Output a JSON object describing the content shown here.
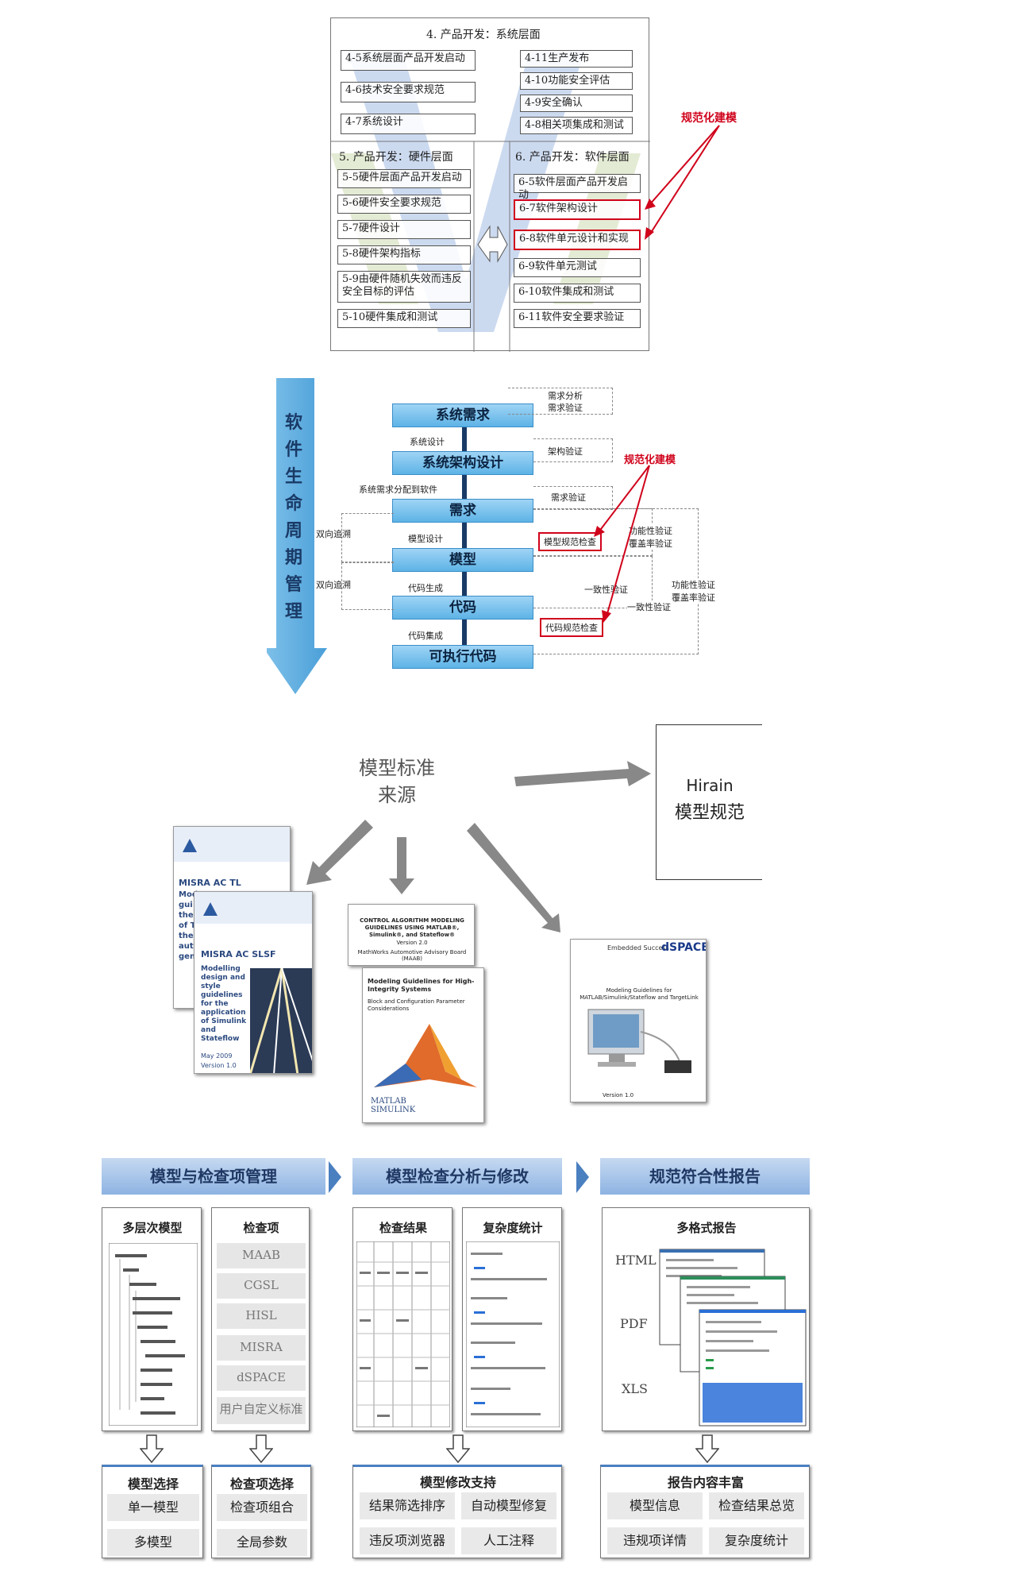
{
  "colors": {
    "accent_red": "#d0021b",
    "flow_blue": "#5db3e6",
    "header_blue": "#8db3e2"
  },
  "iso": {
    "sys_header": "4. 产品开发：系统层面",
    "sys_left": [
      "4-5系统层面产品开发启动",
      "4-6技术安全要求规范",
      "4-7系统设计"
    ],
    "sys_right": [
      "4-11生产发布",
      "4-10功能安全评估",
      "4-9安全确认",
      "4-8相关项集成和测试"
    ],
    "hw_header": "5. 产品开发：硬件层面",
    "hw_items": [
      "5-5硬件层面产品开发启动",
      "5-6硬件安全要求规范",
      "5-7硬件设计",
      "5-8硬件架构指标",
      "5-9由硬件随机失效而违反安全目标的评估",
      "5-10硬件集成和测试"
    ],
    "sw_header": "6. 产品开发：软件层面",
    "sw_items": [
      "6-5软件层面产品开发启动",
      "6-7软件架构设计",
      "6-8软件单元设计和实现",
      "6-9软件单元测试",
      "6-10软件集成和测试",
      "6-11软件安全要求验证"
    ],
    "annot": "规范化建模"
  },
  "lifecycle": {
    "side_label": "软件生命周期管理",
    "boxes": [
      "系统需求",
      "系统架构设计",
      "需求",
      "模型",
      "代码",
      "可执行代码"
    ],
    "between": [
      "系统设计",
      "系统需求分配到软件",
      "模型设计",
      "代码生成",
      "代码集成"
    ],
    "trace": [
      "双向追溯",
      "双向追溯"
    ],
    "right": {
      "req_analysis": "需求分析",
      "req_verify": "需求验证",
      "arch_verify": "架构验证",
      "req_verify2": "需求验证",
      "model_check": "模型规范检查",
      "code_check": "代码规范检查",
      "func_verify": "功能性验证",
      "coverage": "覆盖率验证",
      "consistency": "一致性验证",
      "consistency2": "一致性验证",
      "func_verify2": "功能性验证",
      "coverage2": "覆盖率验证"
    },
    "annot": "规范化建模"
  },
  "sources": {
    "center_label_line1": "模型标准",
    "center_label_line2": "来源",
    "hirain_line1": "Hirain",
    "hirain_line2": "模型规范",
    "misra_tl_title": "MISRA AC TL",
    "misra_slsf_title": "MISRA AC SLSF",
    "misra_slsf_desc": "Modelling design and style guidelines for the application of Simulink and Stateflow",
    "misra_tl_lines": [
      "Mod",
      "gui",
      "the",
      "of T",
      "the",
      "auto",
      "gen"
    ],
    "misra_date": "May 2009",
    "misra_version": "Version 1.0",
    "maab_title": "CONTROL ALGORITHM MODELING GUIDELINES USING MATLAB®, Simulink®, and Stateflow®",
    "maab_version": "Version 2.0",
    "maab_org": "MathWorks Automotive Advisory Board (MAAB)",
    "maab_sub_title": "Modeling Guidelines for High-Integrity Systems",
    "maab_sub_desc": "Block and Configuration Parameter Considerations",
    "matlab_logo": "MATLAB SIMULINK",
    "dspace_brand": "dSPACE",
    "dspace_embedded": "Embedded Success",
    "dspace_title": "Modeling Guidelines for MATLAB/Simulink/Stateflow and TargetLink",
    "dspace_version": "Version 1.0"
  },
  "tool": {
    "sec1": "模型与检查项管理",
    "sec2": "模型检查分析与修改",
    "sec3": "规范符合性报告",
    "p_models": "多层次模型",
    "p_checks": "检查项",
    "checks": [
      "MAAB",
      "CGSL",
      "HISL",
      "MISRA",
      "dSPACE",
      "用户自定义标准"
    ],
    "p_results": "检查结果",
    "p_complexity": "复杂度统计",
    "p_reports": "多格式报告",
    "formats": [
      "HTML",
      "PDF",
      "XLS"
    ],
    "b1_title": "模型选择",
    "b1_items": [
      "单一模型",
      "多模型"
    ],
    "b2_title": "检查项选择",
    "b2_items": [
      "检查项组合",
      "全局参数"
    ],
    "b3_title": "模型修改支持",
    "b3_items": [
      "结果筛选排序",
      "自动模型修复",
      "违反项浏览器",
      "人工注释"
    ],
    "b4_title": "报告内容丰富",
    "b4_items": [
      "模型信息",
      "检查结果总览",
      "违规项详情",
      "复杂度统计"
    ]
  }
}
